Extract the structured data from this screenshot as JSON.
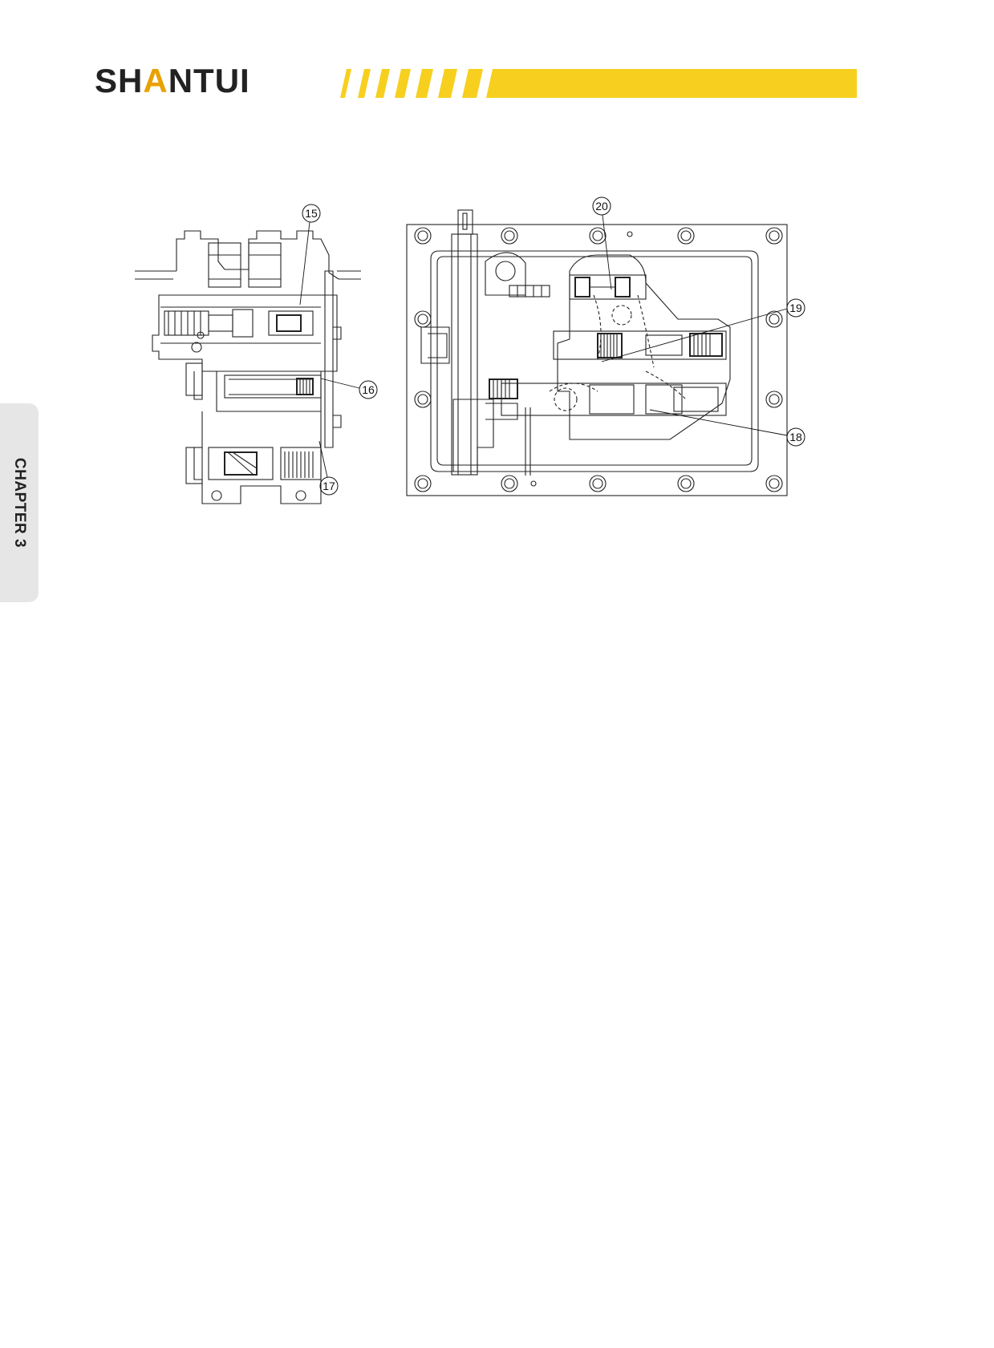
{
  "header": {
    "logo_prefix": "SH",
    "logo_mark": "A",
    "logo_suffix": "NTUI",
    "accent_color": "#f7cf1f",
    "logo_color": "#222222"
  },
  "chapter_tab": {
    "label": "CHAPTER 3",
    "background": "#e6e6e6"
  },
  "figure_left": {
    "callouts": [
      "15",
      "16",
      "17"
    ]
  },
  "figure_right": {
    "callouts": [
      "20",
      "19",
      "18"
    ]
  }
}
